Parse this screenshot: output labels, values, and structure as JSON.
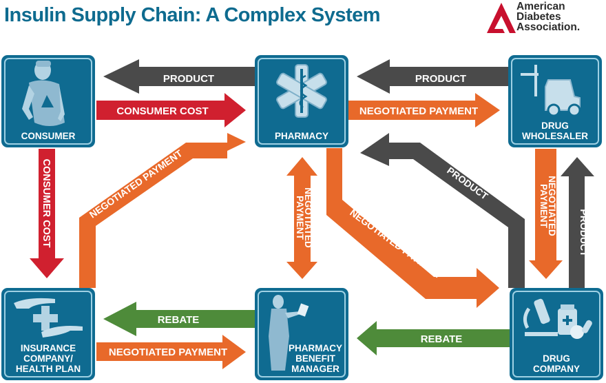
{
  "header": {
    "title": "Insulin Supply Chain: A Complex System"
  },
  "logo": {
    "lines": [
      "American",
      "Diabetes",
      "Association."
    ],
    "color": "#c8102e",
    "icon": "ada-triangle-logo-icon"
  },
  "colors": {
    "node_fill": "#0f6b91",
    "product": "#4a4a4a",
    "consumer_cost": "#d0202f",
    "negotiated_payment": "#e8692a",
    "rebate": "#4e8b3a"
  },
  "nodes": {
    "consumer": {
      "label": "CONSUMER",
      "icon": "person-icon"
    },
    "pharmacy": {
      "label": "PHARMACY",
      "icon": "star-of-life-icon"
    },
    "wholesaler": {
      "label_lines": [
        "DRUG",
        "WHOLESALER"
      ],
      "icon": "forklift-icon"
    },
    "insurance": {
      "label_lines": [
        "INSURANCE",
        "COMPANY/",
        "HEALTH PLAN"
      ],
      "icon": "hands-cross-icon"
    },
    "pbm": {
      "label_lines": [
        "PHARMACY",
        "BENEFIT",
        "MANAGER"
      ],
      "icon": "businesswoman-icon"
    },
    "drug_company": {
      "label_lines": [
        "DRUG",
        "COMPANY"
      ],
      "icon": "microscope-pills-icon"
    }
  },
  "arrows": {
    "pharmacy_to_consumer": {
      "label": "PRODUCT",
      "type": "product"
    },
    "consumer_to_pharmacy": {
      "label": "CONSUMER COST",
      "type": "consumer_cost"
    },
    "wholesaler_to_pharmacy": {
      "label": "PRODUCT",
      "type": "product"
    },
    "pharmacy_to_wholesaler": {
      "label": "NEGOTIATED PAYMENT",
      "type": "negotiated_payment"
    },
    "consumer_to_insurance": {
      "label": "CONSUMER COST",
      "type": "consumer_cost"
    },
    "insurance_to_pharmacy": {
      "label": "NEGOTIATED PAYMENT",
      "type": "negotiated_payment"
    },
    "pharmacy_pbm": {
      "label_lines": [
        "NEGOTIATED",
        "PAYMENT"
      ],
      "type": "negotiated_payment"
    },
    "pharmacy_to_drug_company": {
      "label": "NEGOTIATED PAYMENT",
      "type": "negotiated_payment"
    },
    "drug_company_to_pharmacy": {
      "label": "PRODUCT",
      "type": "product"
    },
    "wholesaler_to_drug_company": {
      "label_lines": [
        "NEGOTIATED",
        "PAYMENT"
      ],
      "type": "negotiated_payment"
    },
    "drug_company_to_wholesaler": {
      "label": "PRODUCT",
      "type": "product"
    },
    "pbm_to_insurance": {
      "label": "REBATE",
      "type": "rebate"
    },
    "insurance_to_pbm": {
      "label": "NEGOTIATED PAYMENT",
      "type": "negotiated_payment"
    },
    "drug_company_to_pbm": {
      "label": "REBATE",
      "type": "rebate"
    }
  }
}
